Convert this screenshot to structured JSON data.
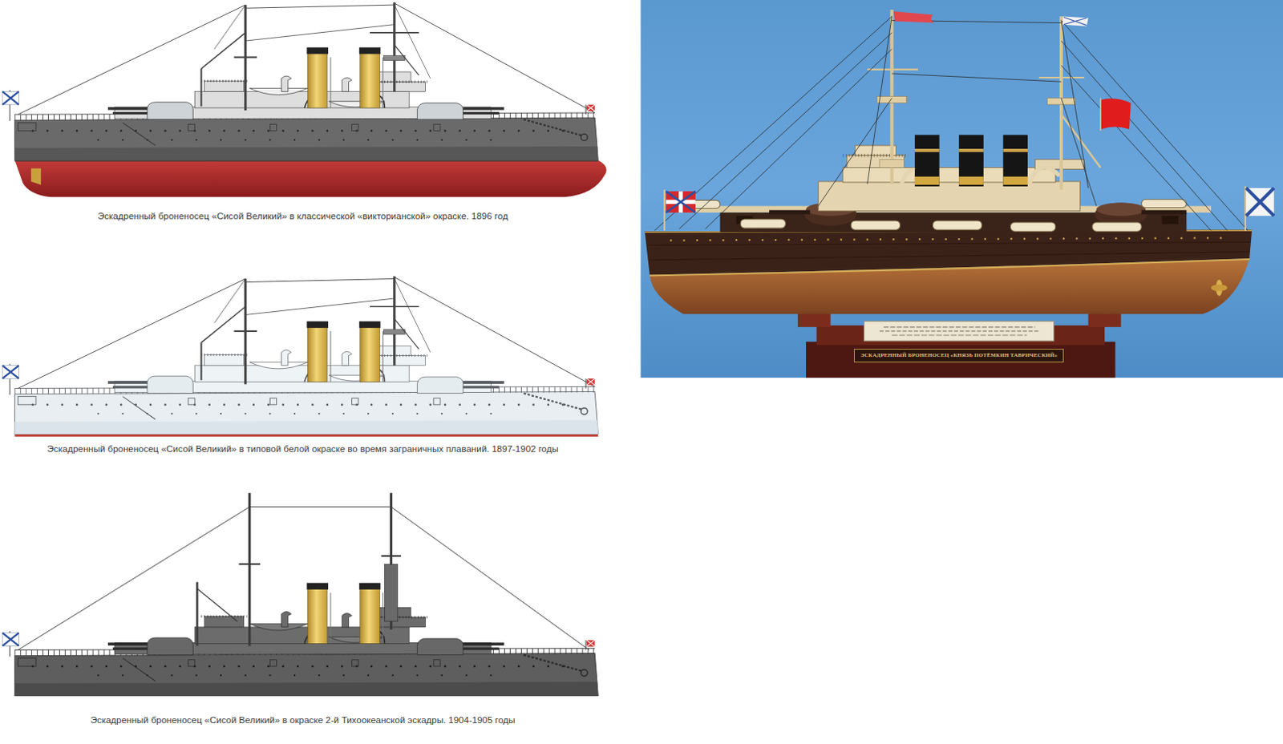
{
  "diagram": {
    "nodes": [
      {
        "text": [
          "ЭСКАДРЕННЫЙ БРОНЕНОСЕЦ «КНЯЗЬ ПОТЁМКИН ТАВРИЧЕСКИЙ»"
        ]
      }
    ],
    "labels": [
      "Эскадренный броненосец «Сисой Великий» в классической «викторианской» окраске. 1896 год",
      "Эскадренный броненосец «Сисой Великий» в типовой белой окраске во время заграничных плаваний. 1897-1902 годы",
      "Эскадренный броненосец «Сисой Великий» в окраске 2-й Тихоокеанской эскадры. 1904-1905 годы"
    ]
  }
}
